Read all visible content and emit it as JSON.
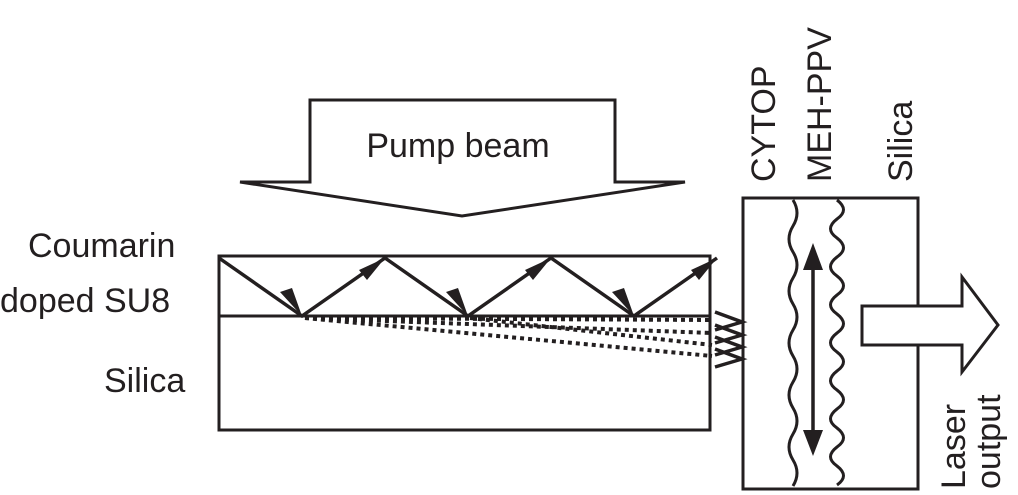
{
  "labels": {
    "pump_beam": "Pump beam",
    "coumarin_line1": "Coumarin",
    "coumarin_line2": "doped SU8",
    "silica_left": "Silica",
    "cytop": "CYTOP",
    "meh_ppv": "MEH-PPV",
    "silica_right": "Silica",
    "laser_line1": "Laser",
    "laser_line2": "output"
  },
  "colors": {
    "ink": "#231f20",
    "background": "#ffffff"
  }
}
